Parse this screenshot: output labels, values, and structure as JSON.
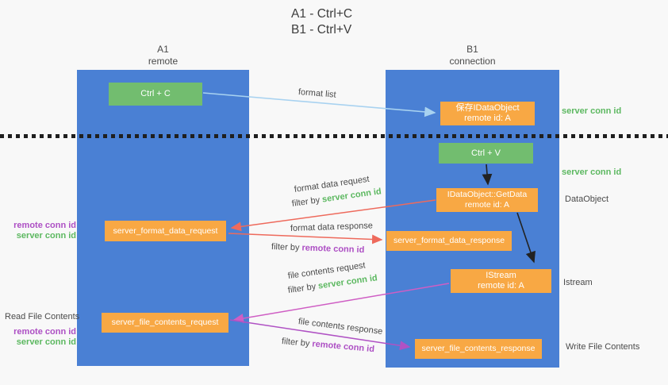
{
  "title": {
    "line1": "A1 - Ctrl+C",
    "line2": "B1 - Ctrl+V"
  },
  "lanes": {
    "a1": {
      "name": "A1",
      "role": "remote"
    },
    "b1": {
      "name": "B1",
      "role": "connection"
    }
  },
  "nodes": {
    "ctrl_c": {
      "label": "Ctrl + C"
    },
    "save_idataobject": {
      "line1": "保存IDataObject",
      "line2": "remote id: A"
    },
    "ctrl_v": {
      "label": "Ctrl + V"
    },
    "getdata": {
      "line1": "IDataObject::GetData",
      "line2": "remote id: A"
    },
    "format_request": {
      "label": "server_format_data_request"
    },
    "format_response": {
      "label": "server_format_data_response"
    },
    "istream": {
      "line1": "IStream",
      "line2": "remote id: A"
    },
    "file_request": {
      "label": "server_file_contents_request"
    },
    "file_response": {
      "label": "server_file_contents_response"
    }
  },
  "edges": {
    "format_list": {
      "label": "format list"
    },
    "format_data_request": {
      "label": "format data request",
      "filter_prefix": "filter by ",
      "filter_value": "server conn id"
    },
    "format_data_response": {
      "label": "format data response",
      "filter_prefix": "filter by ",
      "filter_value": "remote conn id"
    },
    "file_contents_request": {
      "label": "file contents request",
      "filter_prefix": "filter by ",
      "filter_value": "server conn id"
    },
    "file_contents_response": {
      "label": "file contents response",
      "filter_prefix": "filter by ",
      "filter_value": "remote conn id"
    }
  },
  "annotations": {
    "right_server_conn_id_1": "server conn id",
    "right_server_conn_id_2": "server conn id",
    "dataobject": "DataObject",
    "istream": "Istream",
    "write_file_contents": "Write File Contents",
    "left_remote_conn_id_1": "remote conn id",
    "left_server_conn_id_1": "server conn id",
    "read_file_contents": "Read File Contents",
    "left_remote_conn_id_2": "remote conn id",
    "left_server_conn_id_2": "server conn id"
  },
  "colors": {
    "lane_blue": "#4a80d4",
    "box_green": "#72bd6f",
    "box_orange": "#f8a844",
    "label_green": "#5cb860",
    "label_purple": "#ad4fc4",
    "arrow_red": "#ee6a5c",
    "arrow_magenta": "#cf5ec4",
    "arrow_light_blue": "#a8d2f0",
    "arrow_black": "#222222"
  }
}
